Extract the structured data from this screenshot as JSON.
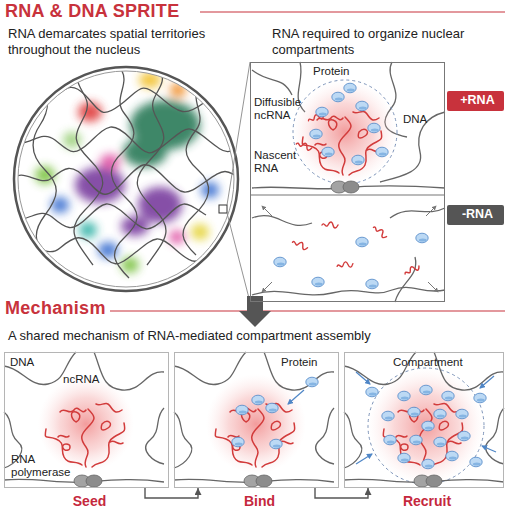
{
  "diagram": {
    "title": "RNA & DNA SPRITE",
    "nodes": [
      {
        "text": [
          "Protein",
          "Diffusible ncRNA",
          "DNA",
          "Nascent RNA"
        ]
      },
      {
        "text": [
          "+RNA"
        ],
        "in": 0
      },
      {
        "text": [
          "-RNA"
        ],
        "in": 0
      },
      {
        "text": [
          "DNA",
          "ncRNA",
          "RNA polymerase",
          "Seed"
        ]
      },
      {
        "text": [
          "Protein",
          "Bind"
        ]
      },
      {
        "text": [
          "Compartment",
          "Recruit"
        ]
      }
    ],
    "edges": [
      {
        "from": 3,
        "to": 4,
        "arrow": "to"
      },
      {
        "from": 4,
        "to": 5,
        "arrow": "to"
      }
    ],
    "labels": [
      "RNA demarcates spatial territories throughout the nucleus",
      "RNA required to organize nuclear compartments",
      "Mechanism",
      "A shared mechanism of RNA-mediated compartment assembly"
    ]
  }
}
